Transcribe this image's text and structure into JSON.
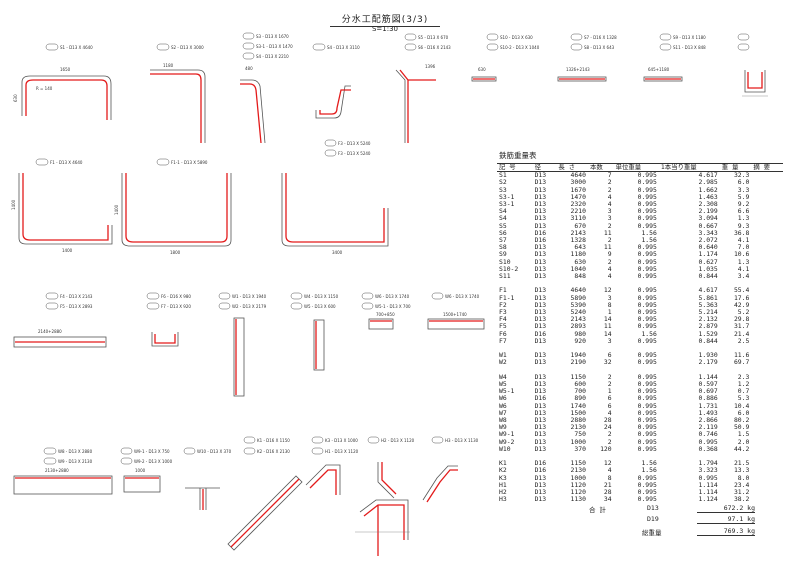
{
  "drawing": {
    "title": "分水工配筋図(3/3)",
    "scale": "S=1:30"
  },
  "labels": {
    "s1": "S1 - D13 X 4640",
    "s2": "S2 - D13 X 3000",
    "s3": "S3 - D13 X 1670",
    "s3_1": "S3-1 - D13 X 1470",
    "s4a": "S4 - D13 X 2210",
    "s4b": "S4 - D13 X 3110",
    "s5": "S5 - D13 X 670",
    "s6": "S6 - D16 X 2143",
    "s10": "S10 - D13 X 630",
    "s10_2": "S10-2 - D13 X 1040",
    "s11": "S11 - D13 X 848",
    "s7": "S7 - D16 X 1328",
    "s8": "S8 - D13 X 643",
    "s9": "S9 - D13 X 1180",
    "f1": "F1 - D13 X 4640",
    "f1_1": "F1-1 - D13 X 5890",
    "f3a": "F3 - D13 X 5240",
    "f3b": "F3 - D13 X 5240",
    "f4": "F4 - D13 X 2143",
    "f5": "F5 - D13 X 2893",
    "f6": "F6 - D16 X 980",
    "f7": "F7 - D13 X 920",
    "w1": "W1 - D13 X 1940",
    "w2": "W2 - D13 X 2179",
    "w4": "W4 - D13 X 1150",
    "w5": "W5 - D13 X 600",
    "w5_1": "W5-1 - D13 X 700",
    "w6a": "W6 - D13 X 1740",
    "w6b": "W6 - D13 X 1740",
    "w8": "W8 - D13 X 2880",
    "w9": "W9 - D13 X 2130",
    "w9_1": "W9-1 - D13 X 750",
    "w9_2": "W9-2 - D13 X 1000",
    "w10": "W10 - D13 X 370",
    "k1": "K1 - D16 X 1150",
    "k2": "K2 - D16 X 2130",
    "k3": "K3 - D13 X 1000",
    "h1": "H1 - D13 X 1120",
    "h2": "H2 - D13 X 1120",
    "h3": "H3 - D13 X 1130"
  },
  "dims": {
    "d1650": "1650",
    "d1180": "1180",
    "d480": "480",
    "d1396": "1396",
    "d630": "630",
    "d1326": "1326+2143",
    "d645": "645+1180",
    "d1400": "1400",
    "d1800": "1800",
    "d3400": "3400",
    "d2140": "2140+2880",
    "d1500": "1500+1740",
    "d700": "700+850",
    "d2130": "2130+2880",
    "d1000": "1000",
    "dr": "R = 140"
  },
  "table": {
    "title": "鉄筋重量表",
    "headers": [
      "記 号",
      "径",
      "長 さ",
      "本数",
      "単位重量",
      "1本当り重量",
      "重 量",
      "摘 要"
    ],
    "groups": [
      [
        [
          "S1",
          "D13",
          "4640",
          "7",
          "0.995",
          "4.617",
          "32.3"
        ],
        [
          "S2",
          "D13",
          "3000",
          "2",
          "0.995",
          "2.985",
          "6.0"
        ],
        [
          "S3",
          "D13",
          "1670",
          "2",
          "0.995",
          "1.662",
          "3.3"
        ],
        [
          "S3-1",
          "D13",
          "1470",
          "4",
          "0.995",
          "1.463",
          "5.9"
        ],
        [
          "S3-1",
          "D13",
          "2320",
          "4",
          "0.995",
          "2.308",
          "9.2"
        ],
        [
          "S4",
          "D13",
          "2210",
          "3",
          "0.995",
          "2.199",
          "6.6"
        ],
        [
          "S4",
          "D13",
          "3110",
          "3",
          "0.995",
          "3.094",
          "1.3"
        ],
        [
          "S5",
          "D13",
          "670",
          "2",
          "0.995",
          "0.667",
          "9.3"
        ],
        [
          "S6",
          "D16",
          "2143",
          "11",
          "1.56",
          "3.343",
          "36.8"
        ],
        [
          "S7",
          "D16",
          "1328",
          "2",
          "1.56",
          "2.072",
          "4.1"
        ],
        [
          "S8",
          "D13",
          "643",
          "11",
          "0.995",
          "0.640",
          "7.0"
        ],
        [
          "S9",
          "D13",
          "1180",
          "9",
          "0.995",
          "1.174",
          "10.6"
        ],
        [
          "S10",
          "D13",
          "630",
          "2",
          "0.995",
          "0.627",
          "1.3"
        ],
        [
          "S10-2",
          "D13",
          "1040",
          "4",
          "0.995",
          "1.035",
          "4.1"
        ],
        [
          "S11",
          "D13",
          "848",
          "4",
          "0.995",
          "0.844",
          "3.4"
        ]
      ],
      [
        [
          "F1",
          "D13",
          "4640",
          "12",
          "0.995",
          "4.617",
          "55.4"
        ],
        [
          "F1-1",
          "D13",
          "5890",
          "3",
          "0.995",
          "5.861",
          "17.6"
        ],
        [
          "F2",
          "D13",
          "5390",
          "8",
          "0.995",
          "5.363",
          "42.9"
        ],
        [
          "F3",
          "D13",
          "5240",
          "1",
          "0.995",
          "5.214",
          "5.2"
        ],
        [
          "F4",
          "D13",
          "2143",
          "14",
          "0.995",
          "2.132",
          "29.8"
        ],
        [
          "F5",
          "D13",
          "2893",
          "11",
          "0.995",
          "2.879",
          "31.7"
        ],
        [
          "F6",
          "D16",
          "980",
          "14",
          "1.56",
          "1.529",
          "21.4"
        ],
        [
          "F7",
          "D13",
          "920",
          "3",
          "0.995",
          "0.844",
          "2.5"
        ]
      ],
      [
        [
          "W1",
          "D13",
          "1940",
          "6",
          "0.995",
          "1.930",
          "11.6"
        ],
        [
          "W2",
          "D13",
          "2190",
          "32",
          "0.995",
          "2.179",
          "69.7"
        ]
      ],
      [
        [
          "W4",
          "D13",
          "1150",
          "2",
          "0.995",
          "1.144",
          "2.3"
        ],
        [
          "W5",
          "D13",
          "600",
          "2",
          "0.995",
          "0.597",
          "1.2"
        ],
        [
          "W5-1",
          "D13",
          "700",
          "1",
          "0.995",
          "0.697",
          "0.7"
        ],
        [
          "W6",
          "D16",
          "890",
          "6",
          "0.995",
          "0.886",
          "5.3"
        ],
        [
          "W6",
          "D13",
          "1740",
          "6",
          "0.995",
          "1.731",
          "10.4"
        ],
        [
          "W7",
          "D13",
          "1500",
          "4",
          "0.995",
          "1.493",
          "6.0"
        ],
        [
          "W8",
          "D13",
          "2880",
          "28",
          "0.995",
          "2.866",
          "80.2"
        ],
        [
          "W9",
          "D13",
          "2130",
          "24",
          "0.995",
          "2.119",
          "50.9"
        ],
        [
          "W9-1",
          "D13",
          "750",
          "2",
          "0.995",
          "0.746",
          "1.5"
        ],
        [
          "W9-2",
          "D13",
          "1000",
          "2",
          "0.995",
          "0.995",
          "2.0"
        ],
        [
          "W10",
          "D13",
          "370",
          "120",
          "0.995",
          "0.368",
          "44.2"
        ]
      ],
      [
        [
          "K1",
          "D16",
          "1150",
          "12",
          "1.56",
          "1.794",
          "21.5"
        ],
        [
          "K2",
          "D16",
          "2130",
          "4",
          "1.56",
          "3.323",
          "13.3"
        ],
        [
          "K3",
          "D13",
          "1000",
          "8",
          "0.995",
          "0.995",
          "8.0"
        ],
        [
          "H1",
          "D13",
          "1120",
          "21",
          "0.995",
          "1.114",
          "23.4"
        ],
        [
          "H2",
          "D13",
          "1120",
          "28",
          "0.995",
          "1.114",
          "31.2"
        ],
        [
          "H3",
          "D13",
          "1130",
          "34",
          "0.995",
          "1.124",
          "38.2"
        ]
      ]
    ],
    "totals": {
      "label": "合 計",
      "d13_label": "D13",
      "d13_value": "672.2 kg",
      "d19_label": "D19",
      "d19_value": "97.1 kg",
      "grand_label": "総重量",
      "grand_value": "769.3 kg"
    }
  }
}
